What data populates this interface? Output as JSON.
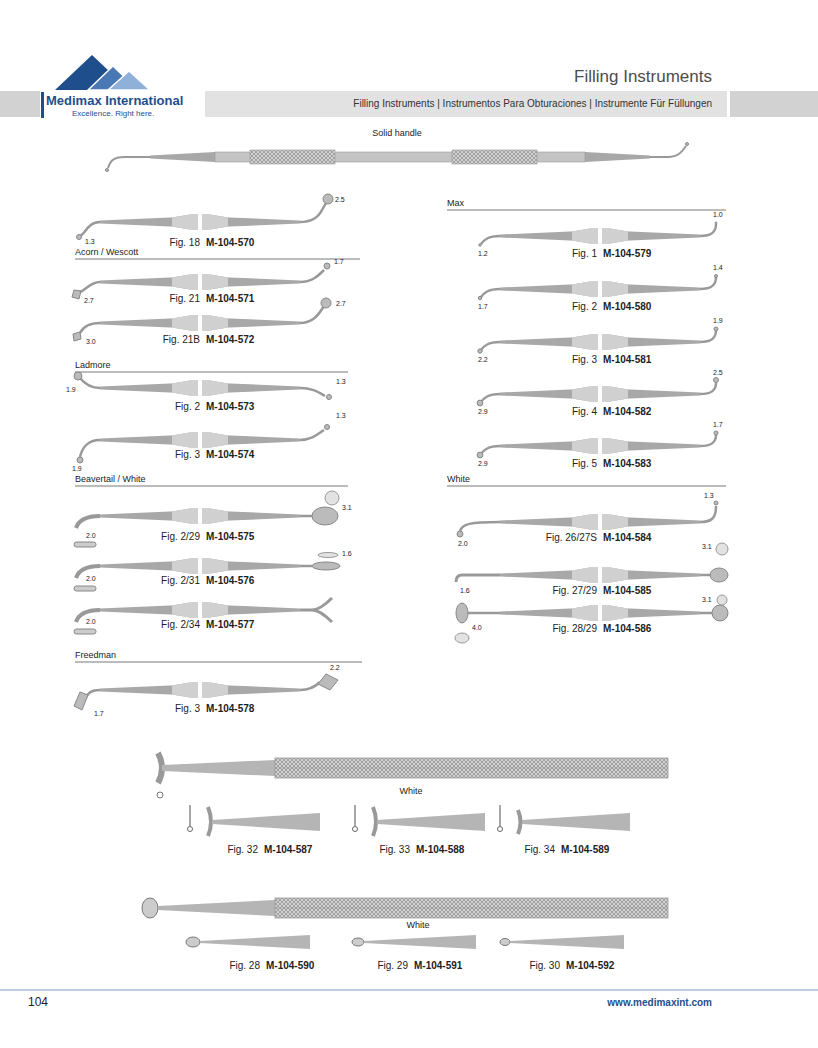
{
  "diagram": {
    "title": "Filling Instruments",
    "nodes": [
      {
        "text": [
          "Filling Instruments | Instrumentos Para Obturaciones | Instrumente Für Füllungen"
        ]
      }
    ],
    "labels": [
      "Medimax International",
      "Excellence. Right here.",
      "Solid handle",
      "2.5",
      "1.3",
      "Fig. 18",
      "M-104-570",
      "Acorn / Wescott",
      "1.7",
      "2.7",
      "Fig. 21",
      "M-104-571",
      "3.0",
      "2.7",
      "Fig. 21B",
      "M-104-572",
      "Ladmore",
      "1.3",
      "1.9",
      "Fig. 2",
      "M-104-573",
      "1.3",
      "1.9",
      "Fig. 3",
      "M-104-574",
      "Beavertail / White",
      "3.1",
      "2.0",
      "Fig. 2/29",
      "M-104-575",
      "1.6",
      "2.0",
      "Fig. 2/31",
      "M-104-576",
      "2.0",
      "Fig. 2/34",
      "M-104-577",
      "Freedman",
      "2.2",
      "1.7",
      "Fig. 3",
      "M-104-578",
      "Max",
      "1.0",
      "1.2",
      "Fig. 1",
      "M-104-579",
      "1.4",
      "1.7",
      "Fig. 2",
      "M-104-580",
      "1.9",
      "2.2",
      "Fig. 3",
      "M-104-581",
      "2.5",
      "2.9",
      "Fig. 4",
      "M-104-582",
      "1.7",
      "2.9",
      "Fig. 5",
      "M-104-583",
      "White",
      "1.3",
      "2.0",
      "Fig. 26/27S",
      "M-104-584",
      "3.1",
      "1.6",
      "Fig. 27/29",
      "M-104-585",
      "3.1",
      "4.0",
      "Fig. 28/29",
      "M-104-586",
      "White",
      "Fig. 32",
      "M-104-587",
      "Fig. 33",
      "M-104-588",
      "Fig. 34",
      "M-104-589",
      "White",
      "Fig. 28",
      "M-104-590",
      "Fig. 29",
      "M-104-591",
      "Fig. 30",
      "M-104-592",
      "104",
      "www.medimaxint.com"
    ]
  }
}
